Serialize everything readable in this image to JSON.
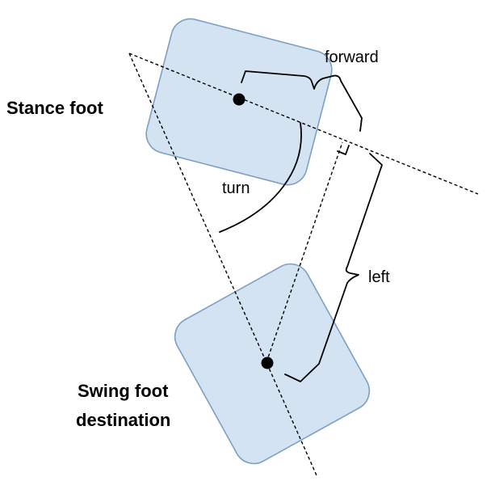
{
  "diagram": {
    "labels": {
      "stance_foot": "Stance foot",
      "swing_foot_line1": "Swing foot",
      "swing_foot_line2": "destination",
      "forward": "forward",
      "turn": "turn",
      "left": "left"
    }
  }
}
